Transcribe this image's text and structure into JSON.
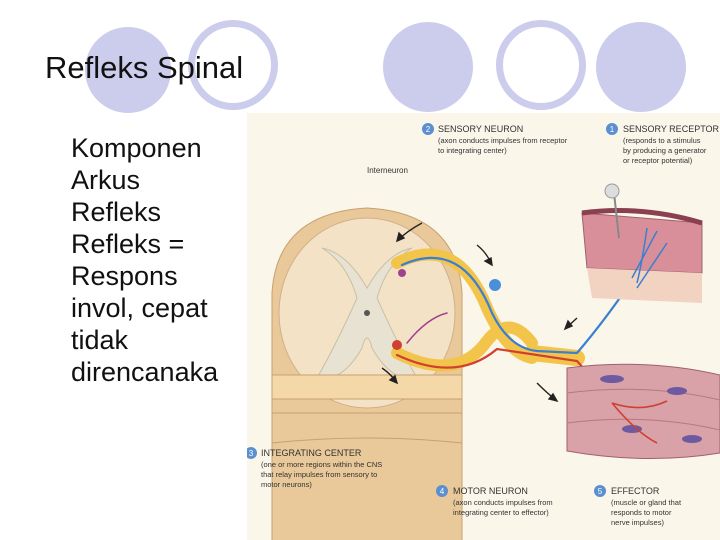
{
  "slide": {
    "title": "Refleks Spinal",
    "body_lines": [
      "Komponen",
      "Arkus",
      "Refleks",
      "Refleks =",
      "Respons",
      "invol, cepat",
      "tidak",
      "direncanaka"
    ]
  },
  "figure": {
    "sensory_neuron": {
      "num": "2",
      "title": "SENSORY NEURON",
      "desc1": "(axon conducts impulses from receptor",
      "desc2": "to integrating center)"
    },
    "sensory_receptor": {
      "num": "1",
      "title": "SENSORY RECEPTOR",
      "desc1": "(responds to a stimulus",
      "desc2": "by producing a generator",
      "desc3": "or receptor potential)"
    },
    "interneuron": "Interneuron",
    "integrating_center": {
      "num": "3",
      "title": "INTEGRATING CENTER",
      "desc1": "(one or more regions within the CNS",
      "desc2": "that relay impulses from sensory to",
      "desc3": "motor neurons)"
    },
    "motor_neuron": {
      "num": "4",
      "title": "MOTOR NEURON",
      "desc1": "(axon conducts impulses from",
      "desc2": "integrating center to effector)"
    },
    "effector": {
      "num": "5",
      "title": "EFFECTOR",
      "desc1": "(muscle or gland that",
      "desc2": "responds to motor",
      "desc3": "nerve impulses)"
    }
  },
  "colors": {
    "accent_circle": "#ccccec",
    "nerve": "#f2c44a",
    "number_badge": "#5b8fd0"
  }
}
